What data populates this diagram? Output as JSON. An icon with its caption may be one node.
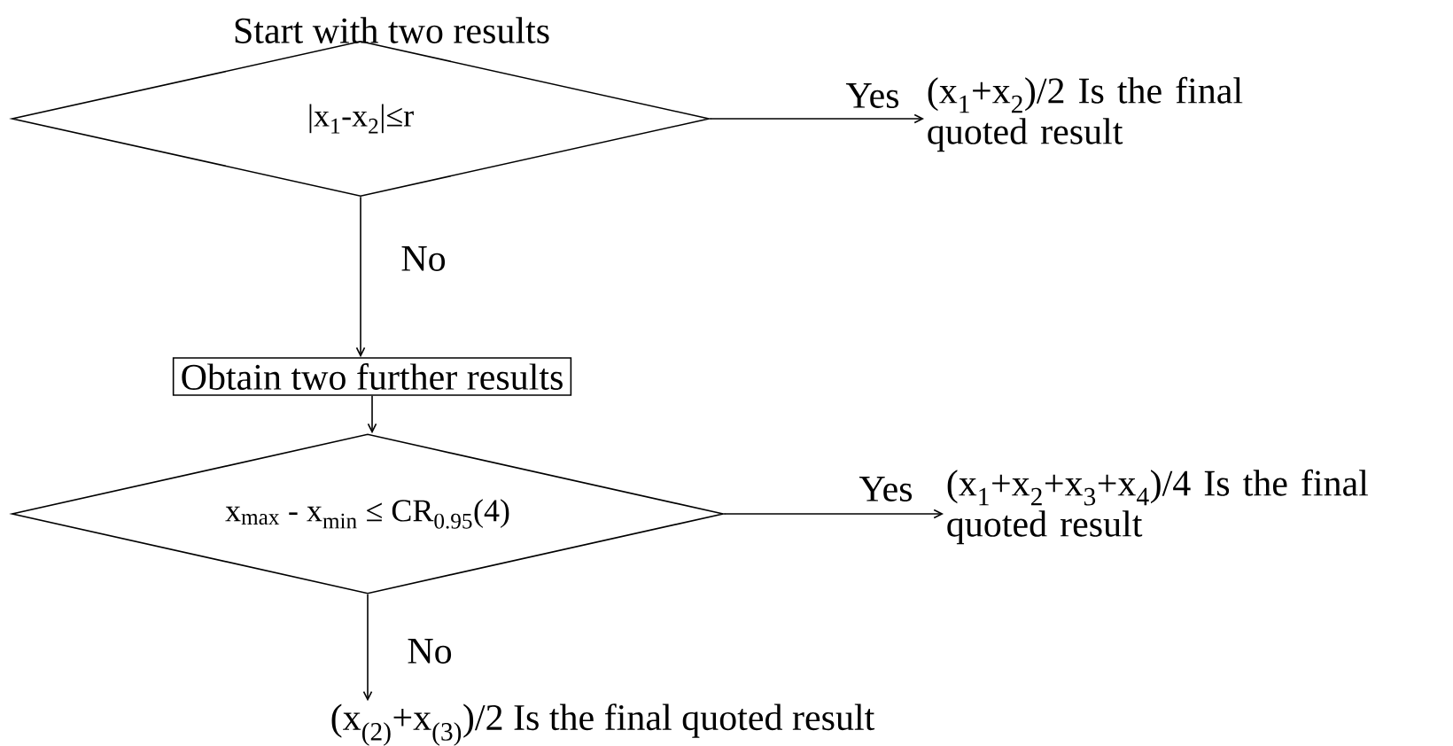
{
  "diagram": {
    "nodes": [
      {
        "text": [
          "Start with two results",
          "|x$_{1}$-x$_{2}$|≤r"
        ]
      },
      {
        "text": [
          "(x$_{1}$+x$_{2}$)/2 Is the final quoted result"
        ]
      },
      {
        "text": [
          "Obtain two further results"
        ]
      },
      {
        "text": [
          "x$_{max}$ - x$_{min}$ ≤ CR$_{0.95}$(4)"
        ]
      },
      {
        "text": [
          "(x$_{1}$+x$_{2}$+x$_{3}$+x$_{4}$)/4 Is the final quoted result"
        ]
      },
      {
        "text": [
          "(x$_{(2)}$+x$_{(3)}$)/2 Is the final quoted result"
        ]
      }
    ],
    "edges": [
      {
        "from": 0,
        "to": 1,
        "arrow": "to",
        "label": "Yes"
      },
      {
        "from": 0,
        "to": 2,
        "arrow": "to",
        "label": "No"
      },
      {
        "from": 2,
        "to": 3,
        "arrow": "to"
      },
      {
        "from": 3,
        "to": 4,
        "arrow": "to",
        "label": "Yes"
      },
      {
        "from": 3,
        "to": 5,
        "arrow": "to",
        "label": "No"
      }
    ]
  }
}
